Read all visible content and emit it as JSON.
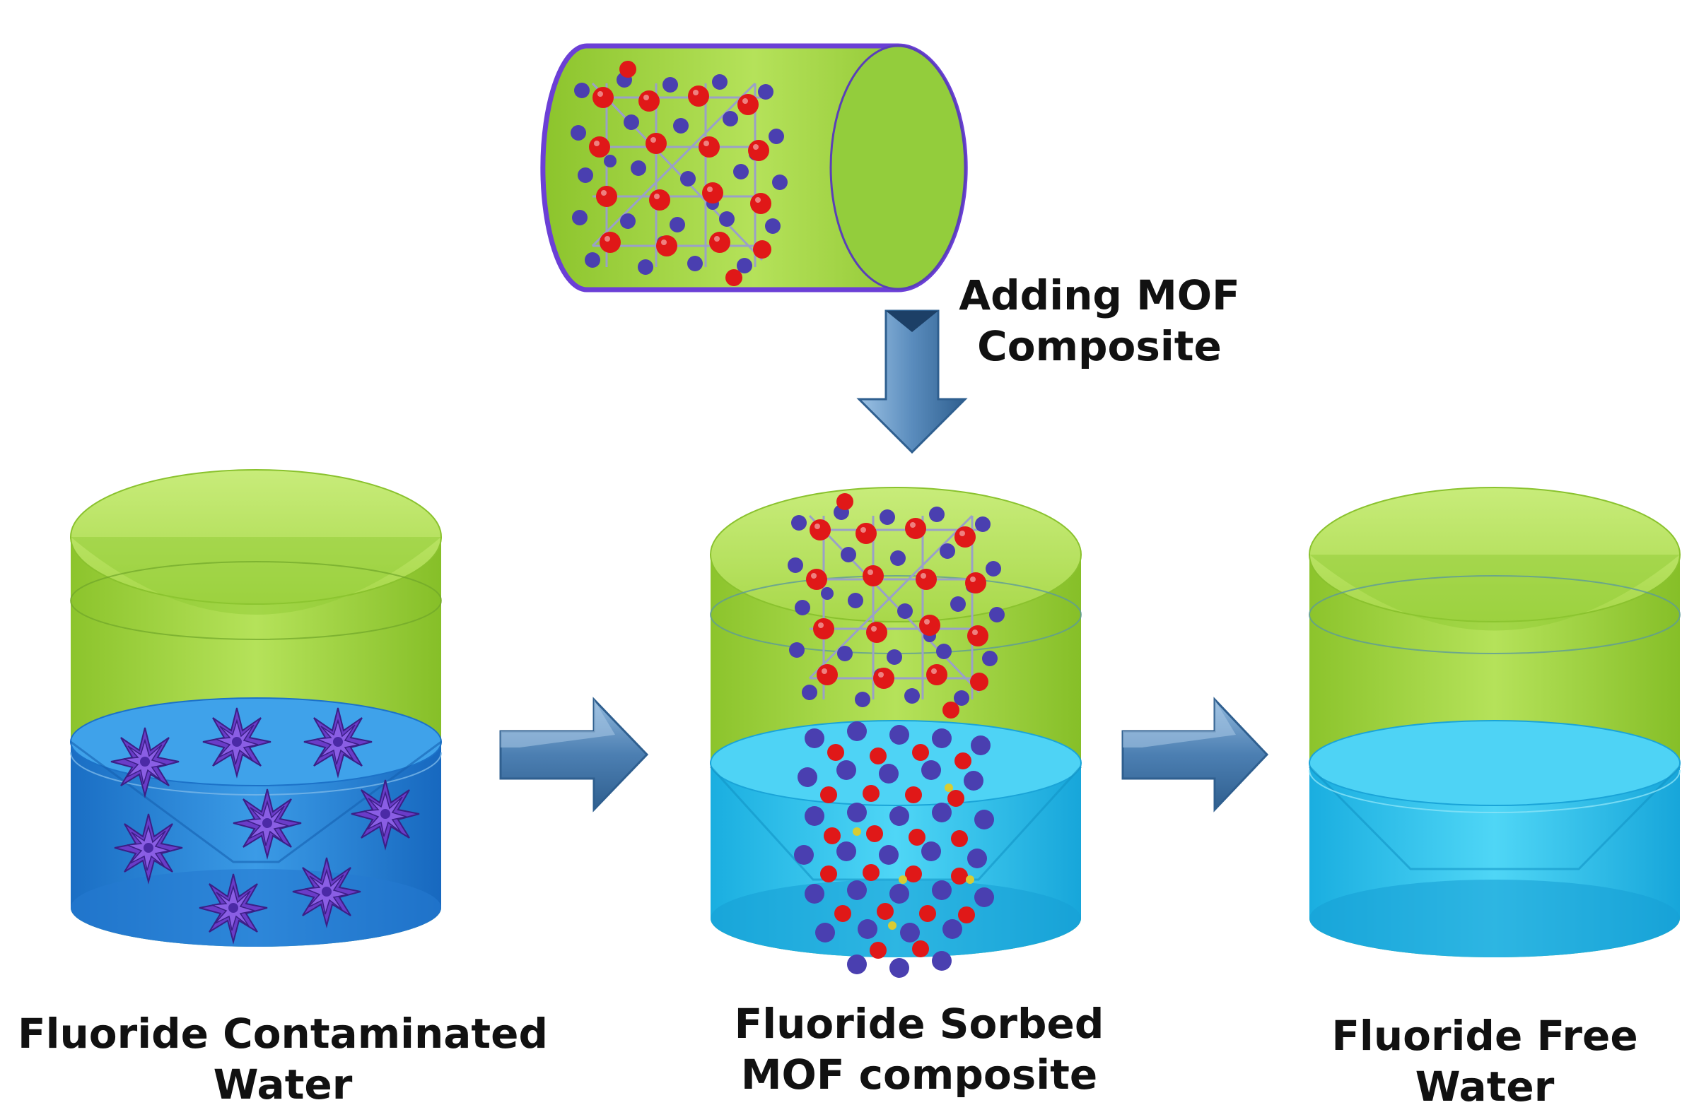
{
  "labels": {
    "adding": [
      "Adding MOF",
      "Composite"
    ],
    "contaminated": [
      "Fluoride Contaminated",
      "Water"
    ],
    "sorbed": [
      "Fluoride Sorbed",
      "MOF composite"
    ],
    "free": [
      "Fluoride Free",
      "Water"
    ]
  },
  "colors": {
    "vessel_green": "#9bd43a",
    "water_blue_dark": "#1f7fd6",
    "water_blue_light": "#25c6f0",
    "arrow_blue": "#4f86b8",
    "mof_red": "#e01818",
    "mof_blue": "#4a3fb0",
    "fluoride_purple": "#6a3cc8",
    "outline_purple": "#6b3fd6"
  }
}
